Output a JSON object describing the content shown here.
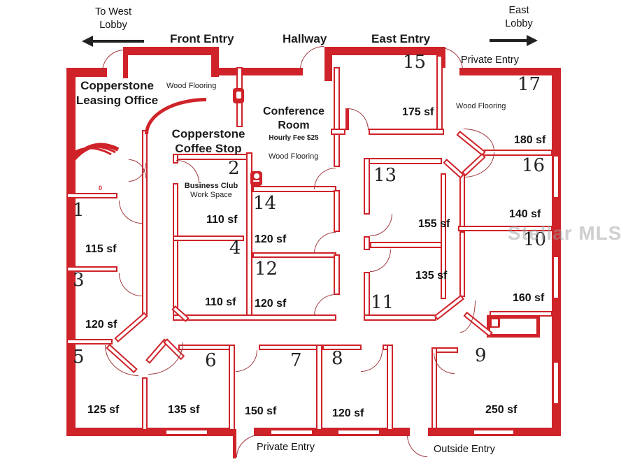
{
  "watermark": "Stellar MLS",
  "colors": {
    "wall": "#cf2229",
    "text": "#1c1c1c",
    "watermark_gray": "#a0a0a0"
  },
  "directions": {
    "west": "To West Lobby",
    "east": "East Lobby"
  },
  "entries": {
    "front": "Front Entry",
    "hallway": "Hallway",
    "east": "East Entry",
    "private_upper": "Private Entry",
    "private_lower": "Private Entry",
    "outside": "Outside Entry"
  },
  "areas": {
    "leasing": {
      "name": "Copperstone Leasing Office",
      "flooring": "Wood Flooring"
    },
    "coffee": {
      "name": "Copperstone Coffee Stop"
    },
    "conference": {
      "name": "Conference Room",
      "fee": "Hourly Fee $25",
      "flooring": "Wood Flooring"
    },
    "business_club": {
      "name": "Business Club",
      "subtitle": "Work Space"
    }
  },
  "rooms": [
    {
      "number": "1",
      "sf": "115 sf"
    },
    {
      "number": "2",
      "sf": "110 sf"
    },
    {
      "number": "3",
      "sf": "120 sf"
    },
    {
      "number": "4",
      "sf": "110 sf"
    },
    {
      "number": "5",
      "sf": "125 sf"
    },
    {
      "number": "6",
      "sf": "135 sf"
    },
    {
      "number": "7",
      "sf": "150 sf"
    },
    {
      "number": "8",
      "sf": "120 sf"
    },
    {
      "number": "9",
      "sf": "250 sf"
    },
    {
      "number": "10",
      "sf": "160 sf"
    },
    {
      "number": "11",
      "sf": "135 sf"
    },
    {
      "number": "12",
      "sf": "120 sf"
    },
    {
      "number": "13",
      "sf": "155 sf"
    },
    {
      "number": "14",
      "sf": "120 sf"
    },
    {
      "number": "15",
      "sf": "175 sf"
    },
    {
      "number": "16",
      "sf": "140 sf"
    },
    {
      "number": "17",
      "sf": "180 sf",
      "flooring": "Wood Flooring"
    }
  ],
  "fixtures": {
    "mark": "0"
  }
}
